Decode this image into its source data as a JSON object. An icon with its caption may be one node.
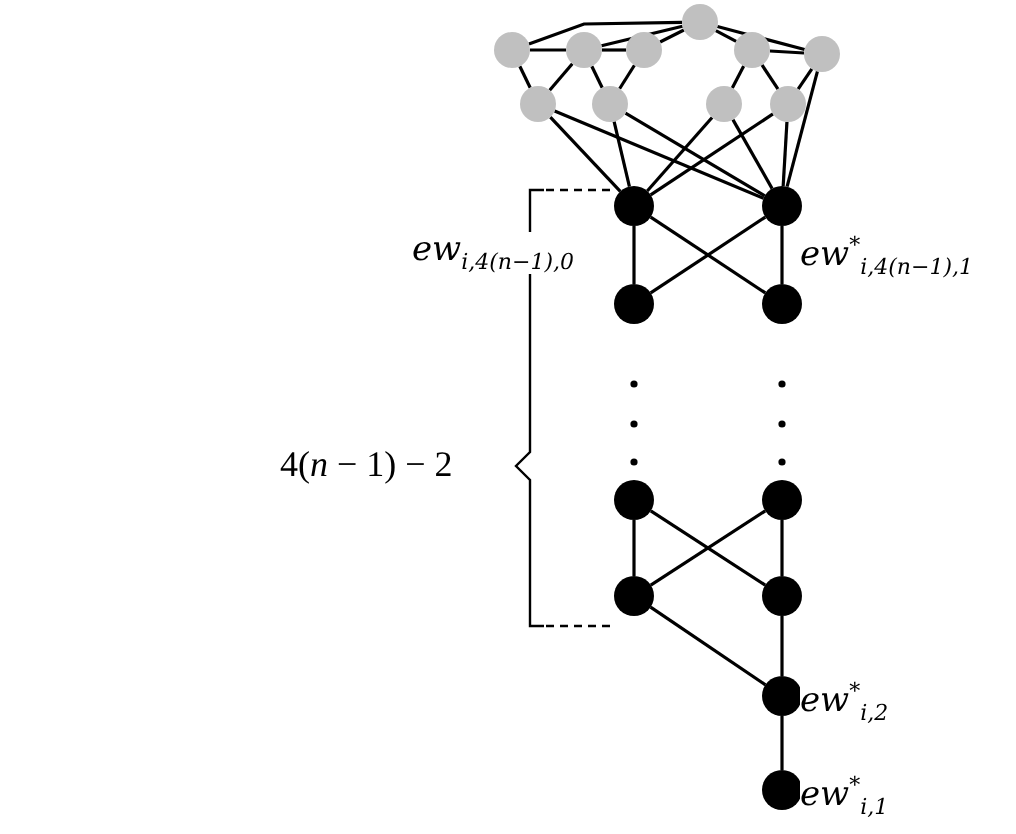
{
  "diagram": {
    "nodes": [
      {
        "text": [],
        "shape": "circle"
      },
      {
        "text": [],
        "shape": "circle"
      },
      {
        "text": [],
        "shape": "circle"
      },
      {
        "text": [],
        "shape": "circle"
      },
      {
        "text": [],
        "shape": "circle"
      },
      {
        "text": [],
        "shape": "circle"
      },
      {
        "text": [],
        "shape": "circle"
      },
      {
        "text": [],
        "shape": "circle"
      },
      {
        "text": [],
        "shape": "circle"
      },
      {
        "text": [],
        "shape": "circle"
      },
      {
        "text": [],
        "shape": "circle",
        "beside": [
          "ew$_{i,4(n−1),0}$"
        ]
      },
      {
        "text": [],
        "shape": "circle",
        "beside": [
          "ew$^{*}$$_{i,4(n−1),1}$"
        ]
      },
      {
        "text": [],
        "shape": "circle"
      },
      {
        "text": [],
        "shape": "circle"
      },
      {
        "text": [],
        "shape": "circle"
      },
      {
        "text": [],
        "shape": "circle"
      },
      {
        "text": [],
        "shape": "circle"
      },
      {
        "text": [],
        "shape": "circle"
      },
      {
        "text": [],
        "shape": "circle",
        "beside": [
          "ew$^{*}$$_{i,2}$"
        ]
      },
      {
        "text": [],
        "shape": "circle",
        "beside": [
          "ew$^{*}$$_{i,1}$"
        ]
      }
    ],
    "edges": [
      {
        "from": 0,
        "to": 1,
        "arrow": "none"
      },
      {
        "from": 1,
        "to": 2,
        "arrow": "none"
      },
      {
        "from": 2,
        "to": 3,
        "arrow": "none"
      },
      {
        "from": 3,
        "to": 4,
        "arrow": "none"
      },
      {
        "from": 4,
        "to": 5,
        "arrow": "none"
      },
      {
        "from": 0,
        "to": 3,
        "arrow": "none"
      },
      {
        "from": 1,
        "to": 3,
        "arrow": "none"
      },
      {
        "from": 3,
        "to": 5,
        "arrow": "none"
      },
      {
        "from": 0,
        "to": 6,
        "arrow": "none"
      },
      {
        "from": 1,
        "to": 6,
        "arrow": "none"
      },
      {
        "from": 1,
        "to": 7,
        "arrow": "none"
      },
      {
        "from": 2,
        "to": 7,
        "arrow": "none"
      },
      {
        "from": 4,
        "to": 8,
        "arrow": "none"
      },
      {
        "from": 4,
        "to": 9,
        "arrow": "none"
      },
      {
        "from": 5,
        "to": 9,
        "arrow": "none"
      },
      {
        "from": 5,
        "to": 11,
        "arrow": "none"
      },
      {
        "from": 6,
        "to": 10,
        "arrow": "none"
      },
      {
        "from": 6,
        "to": 11,
        "arrow": "none"
      },
      {
        "from": 7,
        "to": 10,
        "arrow": "none"
      },
      {
        "from": 7,
        "to": 11,
        "arrow": "none"
      },
      {
        "from": 8,
        "to": 10,
        "arrow": "none"
      },
      {
        "from": 8,
        "to": 11,
        "arrow": "none"
      },
      {
        "from": 9,
        "to": 10,
        "arrow": "none"
      },
      {
        "from": 9,
        "to": 11,
        "arrow": "none"
      },
      {
        "from": 10,
        "to": 12,
        "arrow": "none"
      },
      {
        "from": 11,
        "to": 13,
        "arrow": "none"
      },
      {
        "from": 10,
        "to": 13,
        "arrow": "none"
      },
      {
        "from": 11,
        "to": 12,
        "arrow": "none"
      },
      {
        "from": 14,
        "to": 16,
        "arrow": "none"
      },
      {
        "from": 15,
        "to": 17,
        "arrow": "none"
      },
      {
        "from": 14,
        "to": 17,
        "arrow": "none"
      },
      {
        "from": 15,
        "to": 16,
        "arrow": "none"
      },
      {
        "from": 16,
        "to": 18,
        "arrow": "none"
      },
      {
        "from": 17,
        "to": 18,
        "arrow": "none"
      },
      {
        "from": 18,
        "to": 19,
        "arrow": "none"
      }
    ],
    "labels": [
      "4(*n* − 1) − 2"
    ]
  }
}
